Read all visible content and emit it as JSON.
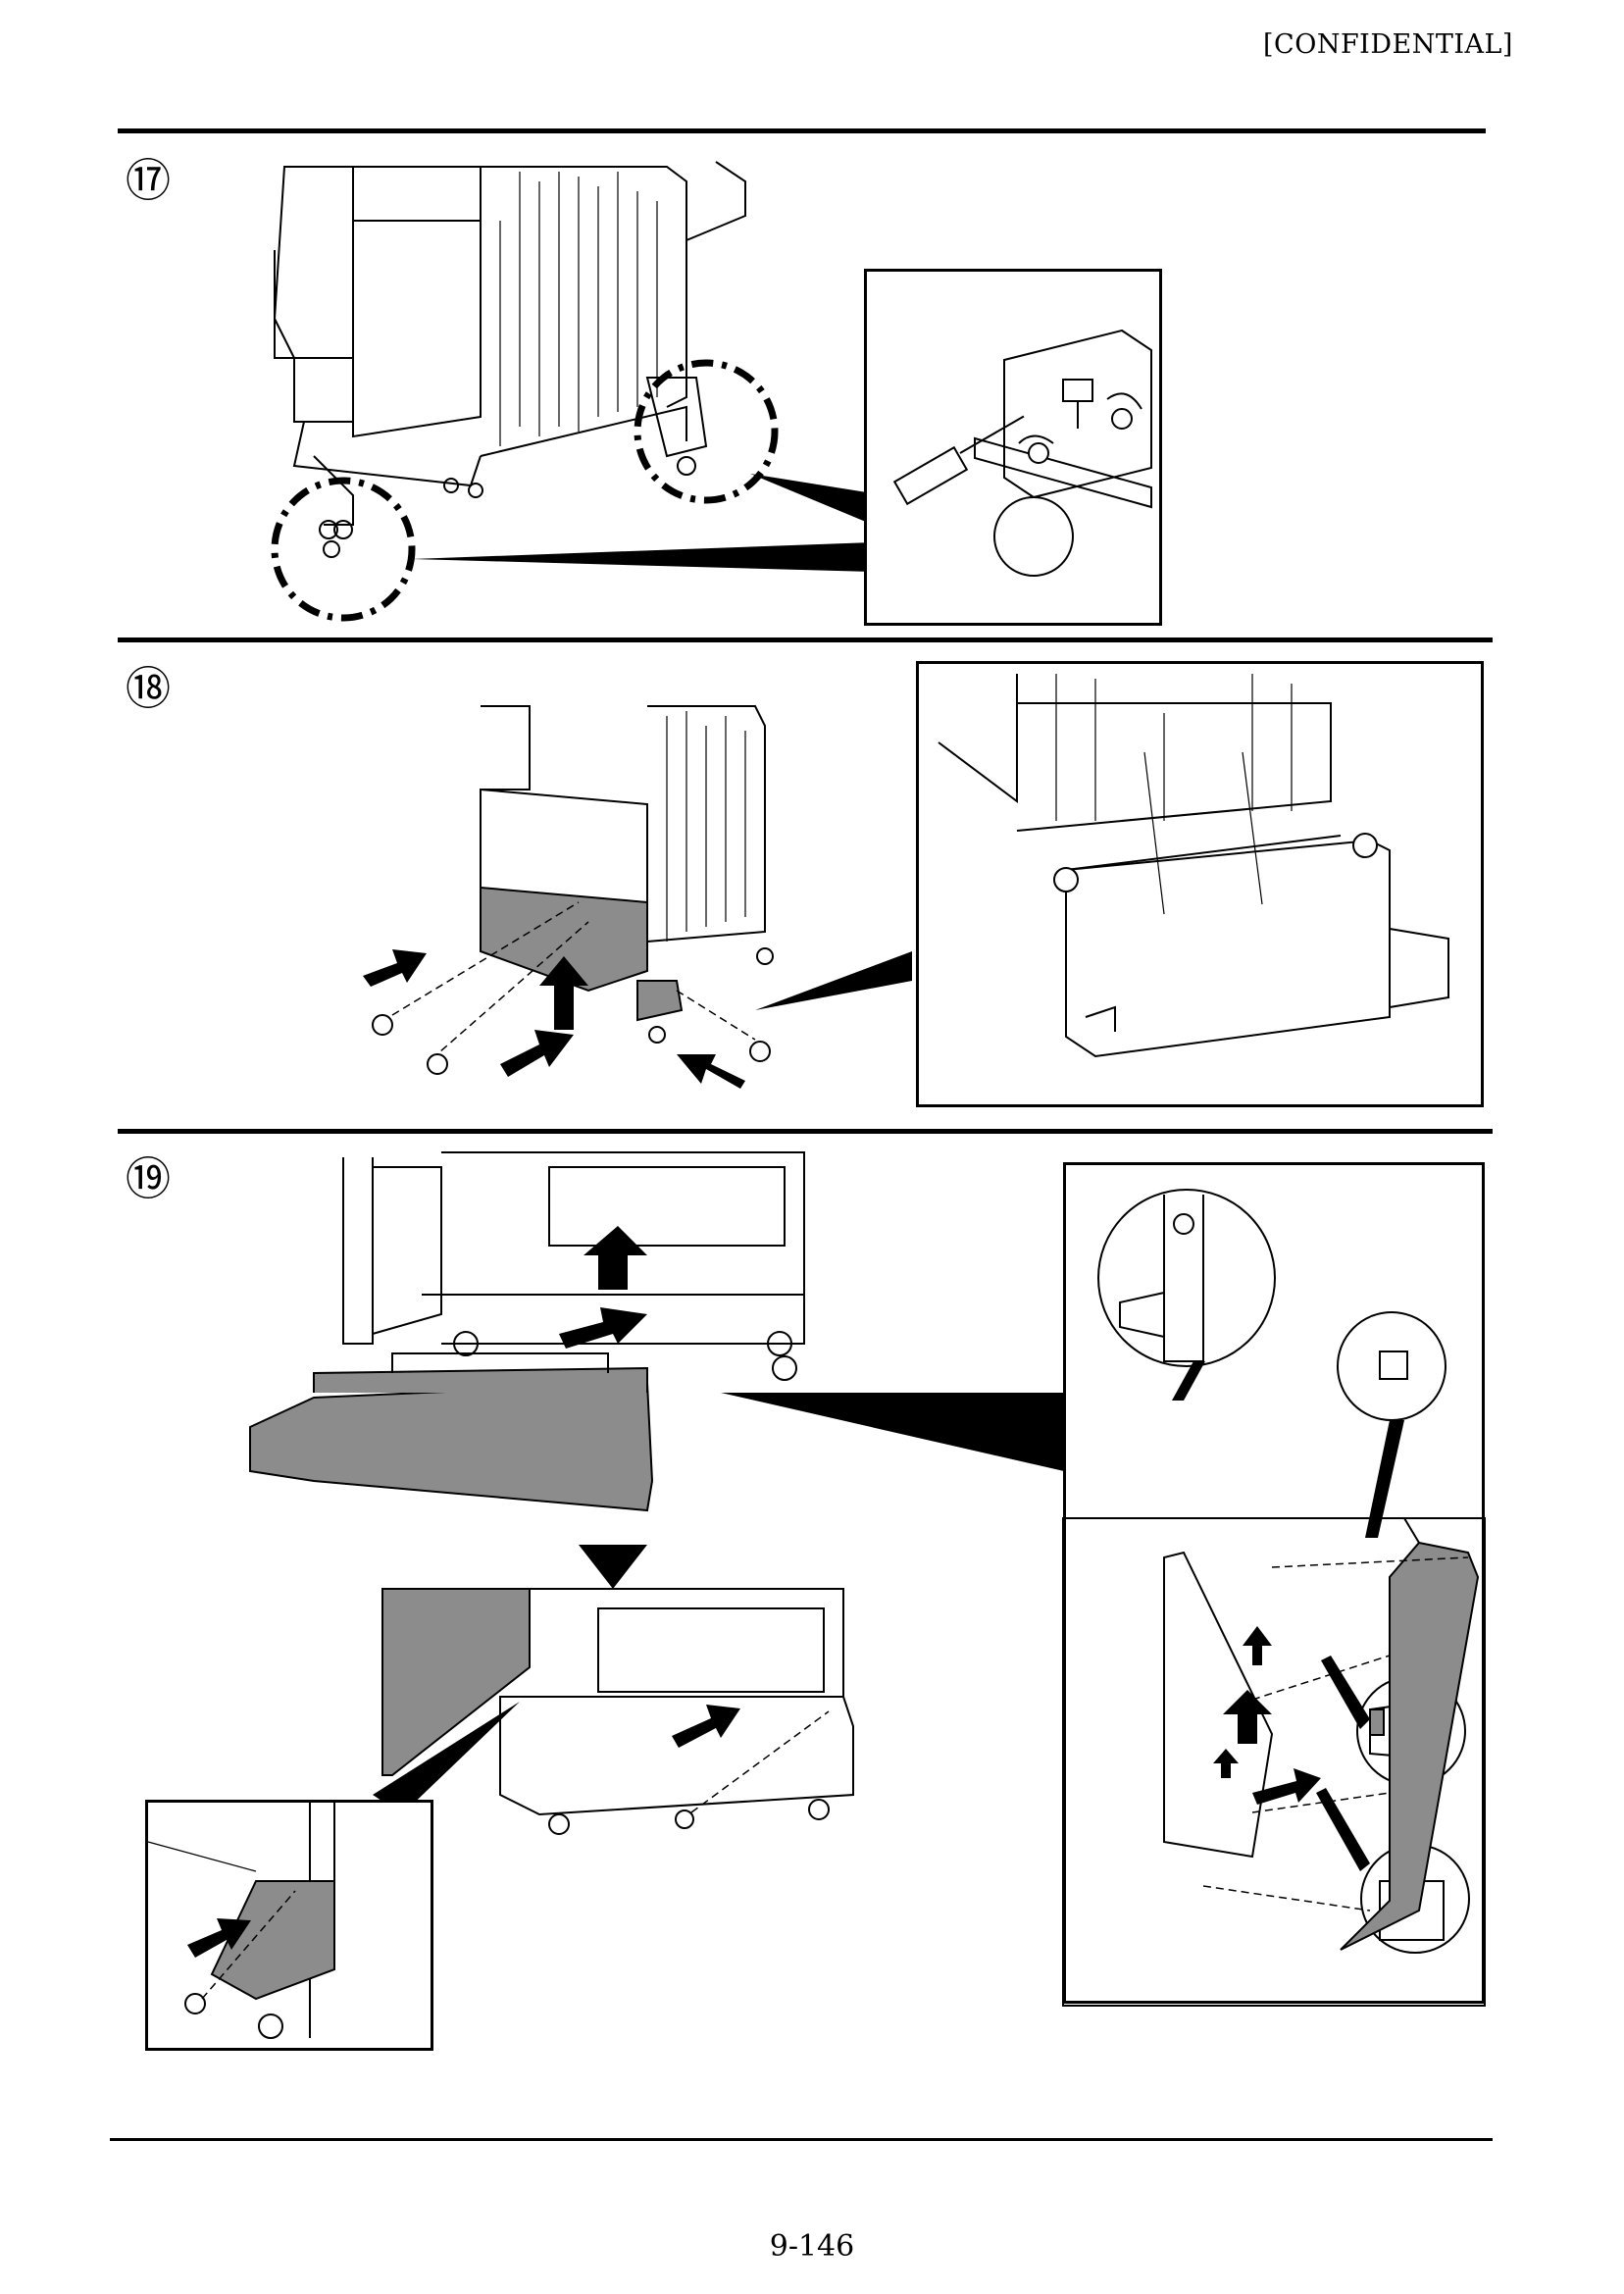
{
  "header": {
    "label": "[CONFIDENTIAL]"
  },
  "steps": [
    {
      "number": "⑰"
    },
    {
      "number": "⑱"
    },
    {
      "number": "⑲"
    }
  ],
  "footer": {
    "page_number": "9-146"
  }
}
